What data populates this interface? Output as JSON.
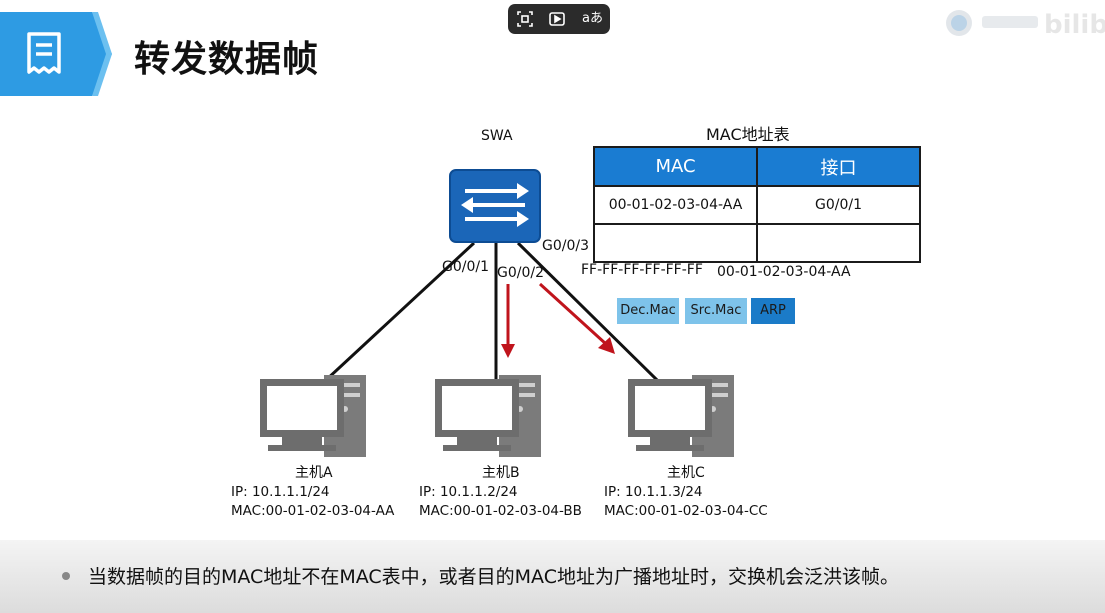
{
  "header": {
    "title": "转发数据帧",
    "banner_icon": "document-icon"
  },
  "toolbar": {
    "icons": [
      "screenshot-icon",
      "play-icon",
      "translate-icon"
    ],
    "translate_text": "aあ"
  },
  "watermark": {
    "text": "bilib"
  },
  "switch": {
    "name": "SWA"
  },
  "ports": {
    "p1": "G0/0/1",
    "p2": "G0/0/2",
    "p3": "G0/0/3"
  },
  "mac_table": {
    "title": "MAC地址表",
    "headers": [
      "MAC",
      "接口"
    ],
    "rows": [
      [
        "00-01-02-03-04-AA",
        "G0/0/1"
      ],
      [
        "",
        ""
      ]
    ]
  },
  "frame": {
    "dest_mac": "FF-FF-FF-FF-FF-FF",
    "src_mac": "00-01-02-03-04-AA",
    "fields": [
      "Dec.Mac",
      "Src.Mac",
      "ARP"
    ]
  },
  "hosts": [
    {
      "name": "主机A",
      "ip_line": "IP:   10.1.1.1/24",
      "mac_line": "MAC:00-01-02-03-04-AA"
    },
    {
      "name": "主机B",
      "ip_line": "IP:   10.1.1.2/24",
      "mac_line": "MAC:00-01-02-03-04-BB"
    },
    {
      "name": "主机C",
      "ip_line": "IP:   10.1.1.3/24",
      "mac_line": "MAC:00-01-02-03-04-CC"
    }
  ],
  "note": "当数据帧的目的MAC地址不在MAC表中，或者目的MAC地址为广播地址时，交换机会泛洪该帧。",
  "colors": {
    "accent_blue": "#1a7cd2",
    "arrow_red": "#c0141c",
    "field_light": "#7ec3ea",
    "field_dark": "#1b7bc8"
  }
}
